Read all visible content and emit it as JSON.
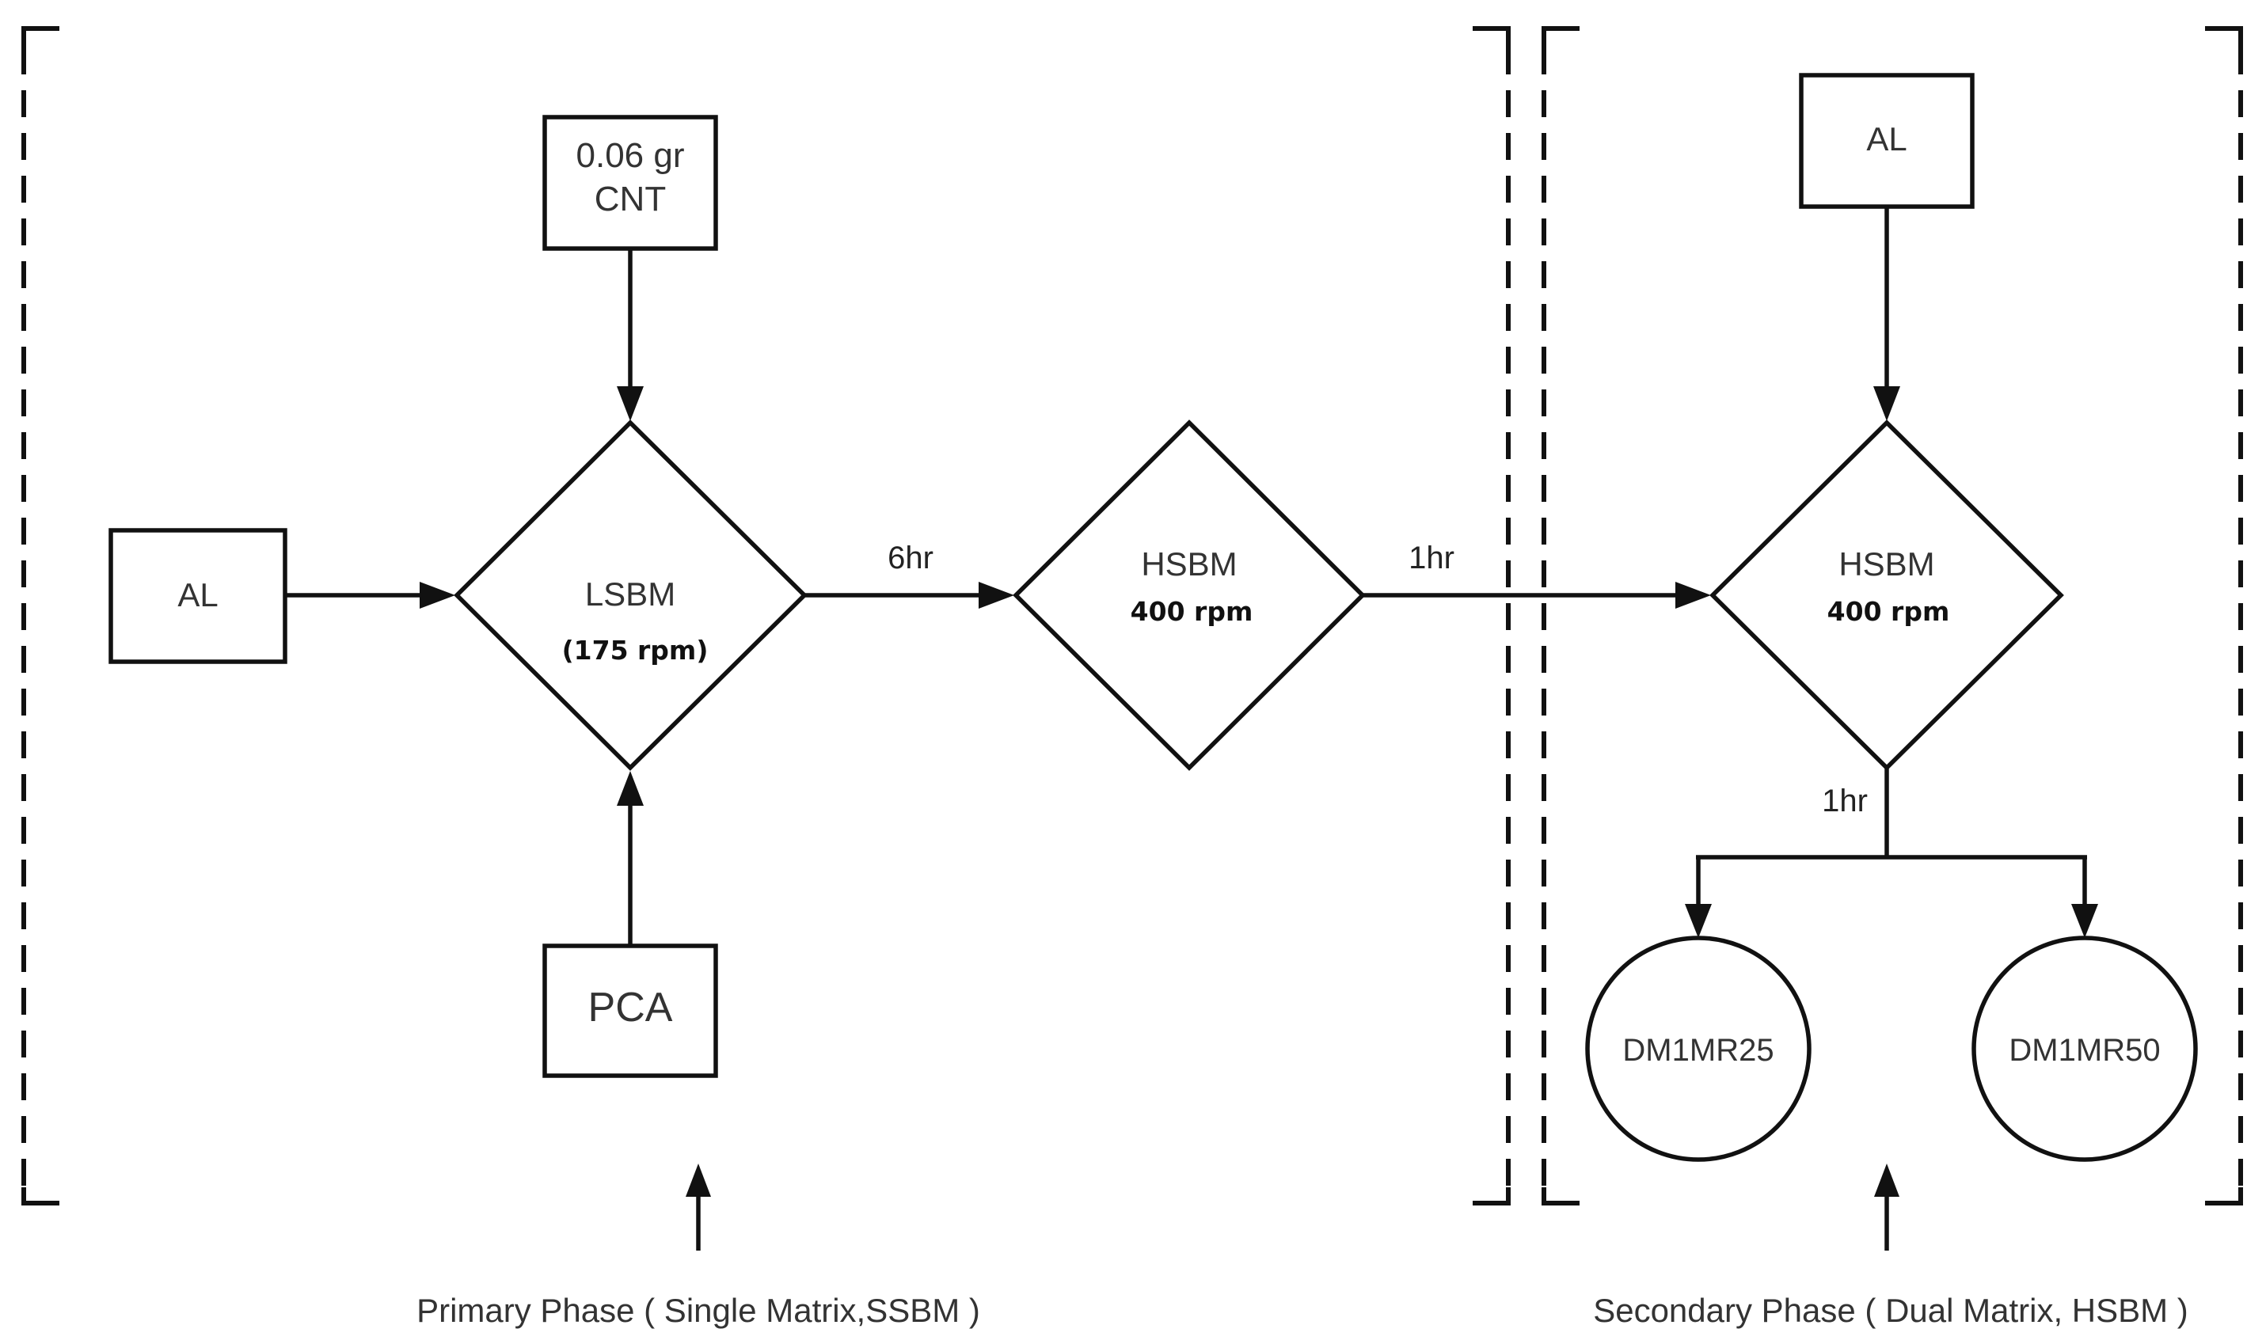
{
  "colors": {
    "line": "#111111",
    "text": "#333333",
    "background": "#ffffff"
  },
  "primary_phase": {
    "inputs": {
      "cnt_line1": "0.06 gr",
      "cnt_line2": "CNT",
      "al": "AL",
      "pca": "PCA"
    },
    "lsbm": {
      "name": "LSBM",
      "speed": "(175 rpm)"
    },
    "duration_to_hsbm": "6hr",
    "hsbm": {
      "name": "HSBM",
      "speed": "400 rpm"
    },
    "caption": "Primary Phase ( Single Matrix,SSBM )"
  },
  "transfer_duration": "1hr",
  "secondary_phase": {
    "input_al": "AL",
    "hsbm": {
      "name": "HSBM",
      "speed": "400 rpm"
    },
    "split_duration": "1hr",
    "outputs": [
      "DM1MR25",
      "DM1MR50"
    ],
    "caption": "Secondary Phase ( Dual Matrix, HSBM )"
  }
}
